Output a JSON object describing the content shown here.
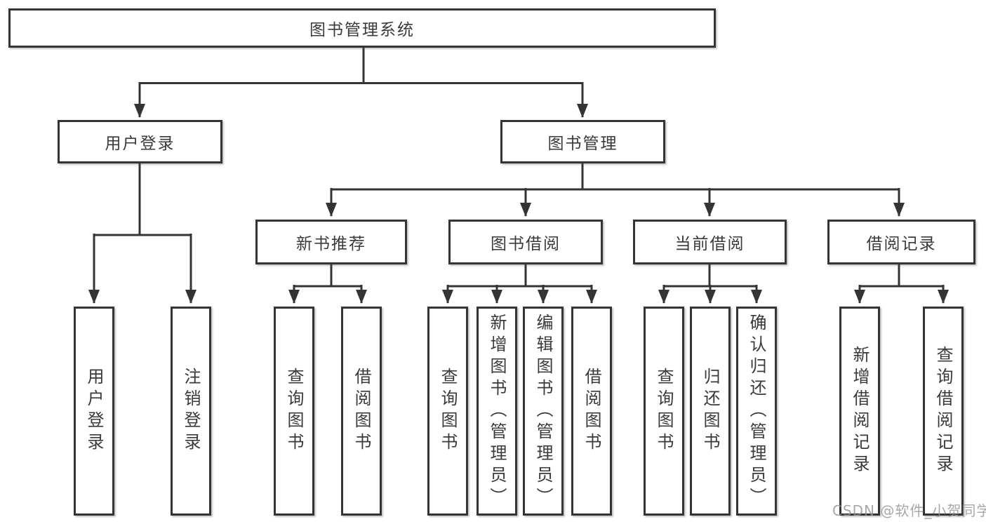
{
  "tree": {
    "root": {
      "label": "图书管理系统"
    },
    "branches": [
      {
        "label": "用户登录",
        "children": [
          {
            "label": "用户登录"
          },
          {
            "label": "注销登录"
          }
        ]
      },
      {
        "label": "图书管理",
        "children": [
          {
            "label": "新书推荐",
            "children": [
              {
                "label": "查询图书"
              },
              {
                "label": "借阅图书"
              }
            ]
          },
          {
            "label": "图书借阅",
            "children": [
              {
                "label": "查询图书"
              },
              {
                "label": "新增图书（管理员）"
              },
              {
                "label": "编辑图书（管理员）"
              },
              {
                "label": "借阅图书"
              }
            ]
          },
          {
            "label": "当前借阅",
            "children": [
              {
                "label": "查询图书"
              },
              {
                "label": "归还图书"
              },
              {
                "label": "确认归还（管理员）"
              }
            ]
          },
          {
            "label": "借阅记录",
            "children": [
              {
                "label": "新增借阅记录"
              },
              {
                "label": "查询借阅记录"
              }
            ]
          }
        ]
      }
    ]
  },
  "watermark": "CSDN @软件_小贺同学",
  "colors": {
    "line": "#343434",
    "text": "#3a3a3a",
    "watermark": "#919191",
    "background": "#ffffff"
  }
}
